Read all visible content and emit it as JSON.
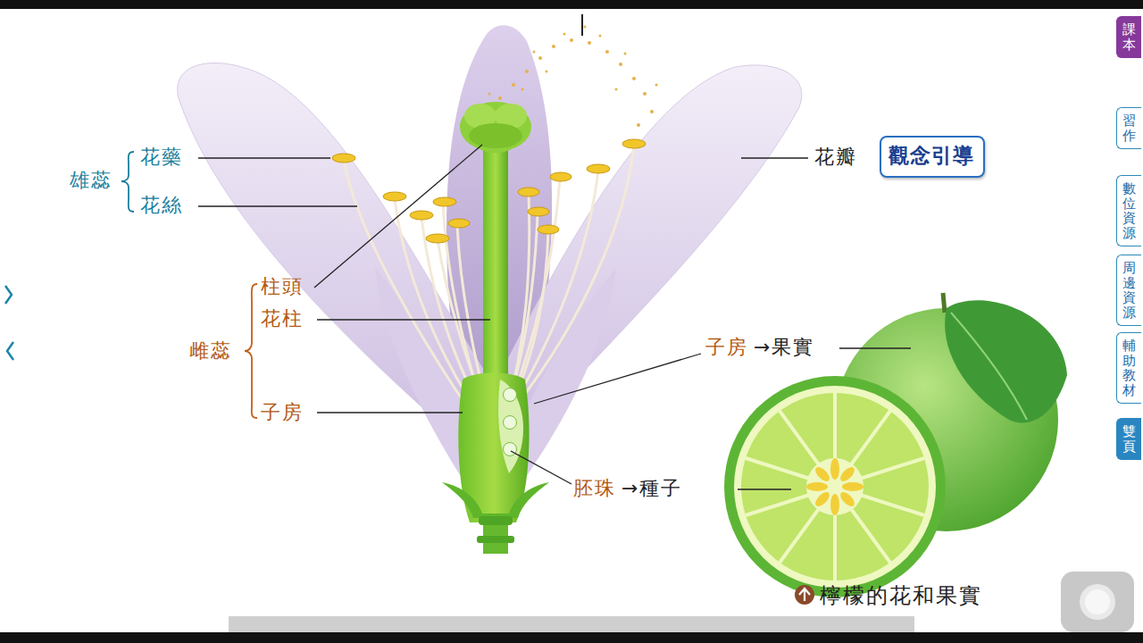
{
  "diagram": {
    "caption": "檸檬的花和果實",
    "nodes": [
      {
        "text": [
          "觀念引導"
        ]
      },
      {
        "text": [
          "課本"
        ]
      },
      {
        "text": [
          "習作"
        ]
      },
      {
        "text": [
          "數位資源"
        ]
      },
      {
        "text": [
          "周邊資源"
        ]
      },
      {
        "text": [
          "輔助教材"
        ]
      },
      {
        "text": [
          "雙頁"
        ]
      }
    ],
    "labels": [
      "雄蕊",
      "花藥",
      "花絲",
      "柱頭",
      "花柱",
      "雌蕊",
      "子房",
      "花瓣",
      "子房",
      "→果實",
      "胚珠",
      "→種子"
    ]
  }
}
